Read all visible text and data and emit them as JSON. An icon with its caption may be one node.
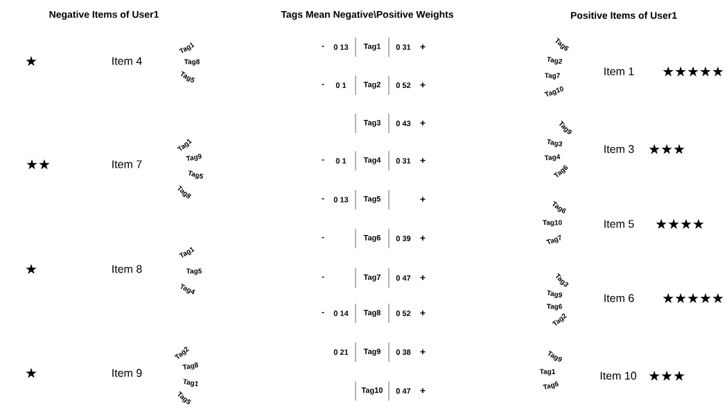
{
  "diagram": {
    "nodes": [
      {
        "text": [
          "Item 4"
        ]
      },
      {
        "text": [
          "Item 7"
        ]
      },
      {
        "text": [
          "Item 8"
        ]
      },
      {
        "text": [
          "Item 9"
        ]
      },
      {
        "text": [
          "Item 1"
        ],
        "beside": [
          "★★★★★"
        ]
      },
      {
        "text": [
          "Item 3"
        ],
        "beside": [
          "★★★"
        ]
      },
      {
        "text": [
          "Item 5"
        ],
        "beside": [
          "★★★★"
        ]
      },
      {
        "text": [
          "Item 6"
        ],
        "beside": [
          "★★★★★"
        ]
      },
      {
        "text": [
          "Item 10"
        ],
        "beside": [
          "★★★"
        ]
      }
    ],
    "labels": [
      "Negative Items of User1",
      "Tags Mean Negative\\Positive Weights",
      "Positive Items of User1",
      "★",
      "Tag1",
      "Tag8",
      "Tag5",
      "★★",
      "Tag1",
      "Tag9",
      "Tag5",
      "Tag8",
      "★",
      "Tag1",
      "Tag5",
      "Tag4",
      "★",
      "Tag2",
      "Tag8",
      "Tag1",
      "Tag5",
      "-",
      "0 13",
      "Tag1",
      "0 31",
      "+",
      "-",
      "0 1",
      "Tag2",
      "0 52",
      "+",
      "Tag3",
      "0 43",
      "+",
      "-",
      "0 1",
      "Tag4",
      "0 31",
      "+",
      "-",
      "0 13",
      "Tag5",
      "+",
      "-",
      "Tag6",
      "0 39",
      "+",
      "-",
      "Tag7",
      "0 47",
      "+",
      "-",
      "0 14",
      "Tag8",
      "0 52",
      "+",
      "0 21",
      "Tag9",
      "0 38",
      "+",
      "Tag10",
      "0 47",
      "+",
      "Tag6",
      "Tag2",
      "Tag7",
      "Tag10",
      "Tag9",
      "Tag3",
      "Tag4",
      "Tag6",
      "Tag6",
      "Tag10",
      "Tag7",
      "Tag3",
      "Tag9",
      "Tag6",
      "Tag2",
      "Tag9",
      "Tag1",
      "Tag6"
    ]
  }
}
